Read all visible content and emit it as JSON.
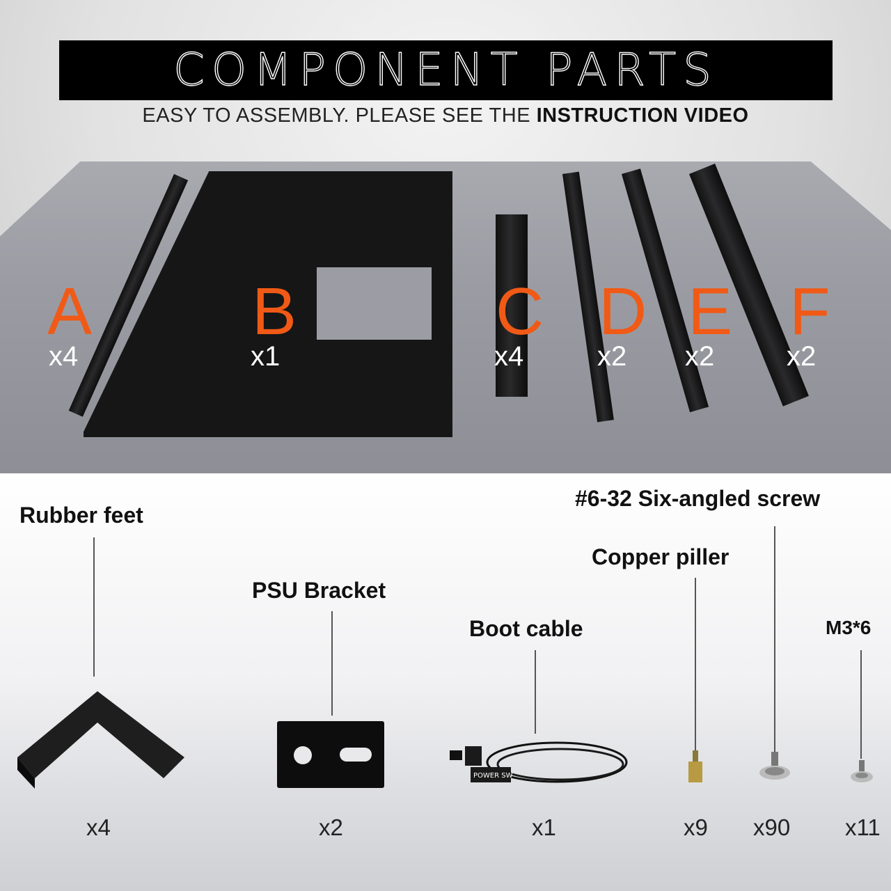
{
  "header": {
    "title": "COMPONENT PARTS",
    "subtitle_plain": "EASY TO ASSEMBLY. PLEASE SEE THE ",
    "subtitle_bold": "INSTRUCTION VIDEO"
  },
  "frame_parts": [
    {
      "letter": "A",
      "qty": "x4"
    },
    {
      "letter": "B",
      "qty": "x1"
    },
    {
      "letter": "C",
      "qty": "x4"
    },
    {
      "letter": "D",
      "qty": "x2"
    },
    {
      "letter": "E",
      "qty": "x2"
    },
    {
      "letter": "F",
      "qty": "x2"
    }
  ],
  "accessories": [
    {
      "label": "Rubber feet",
      "qty": "x4"
    },
    {
      "label": "PSU Bracket",
      "qty": "x2"
    },
    {
      "label": "Boot cable",
      "qty": "x1"
    },
    {
      "label": "Copper piller",
      "qty": "x9"
    },
    {
      "label": "#6-32 Six-angled screw",
      "qty": "x90"
    },
    {
      "label": "M3*6",
      "qty": "x11"
    }
  ],
  "cable_tag": "POWER SW",
  "colors": {
    "accent": "#f05a16",
    "title_bg": "#000000"
  }
}
